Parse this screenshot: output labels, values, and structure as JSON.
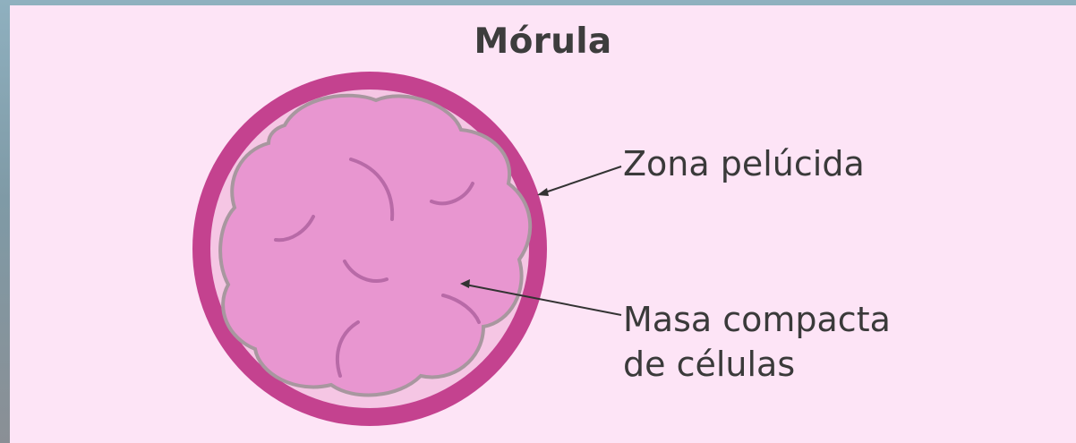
{
  "title": "Mórula",
  "labels": {
    "zona_pelucida": "Zona pelúcida",
    "masa_line1": "Masa compacta",
    "masa_line2": "de células"
  },
  "colors": {
    "background": "#fde4f6",
    "zona_ring": "#c4428f",
    "perivitelline": "#f5c6e4",
    "cell_mass": "#e896d0",
    "cell_outline": "#a8979f",
    "text": "#3a3a3a"
  }
}
